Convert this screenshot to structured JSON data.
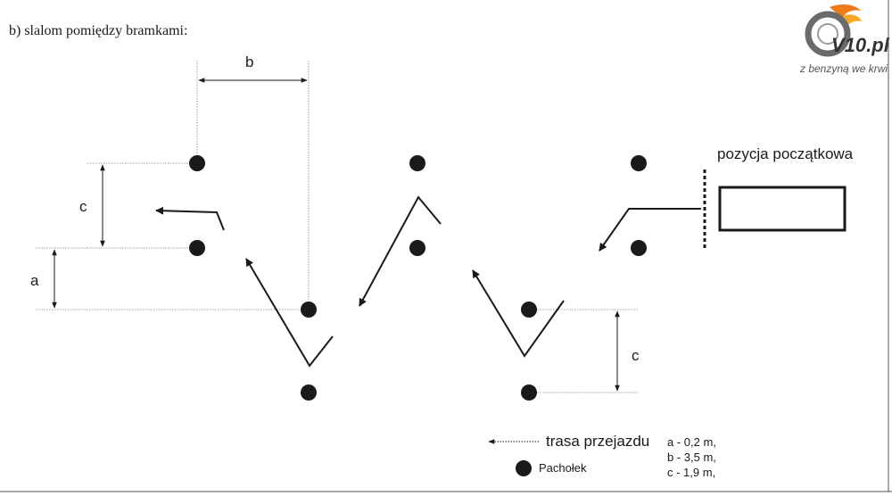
{
  "heading": "b)  slalom pomiędzy bramkami:",
  "logo": {
    "brand": "V10.pl",
    "tagline": "z benzyną we krwi"
  },
  "dimensions": {
    "a": "a",
    "b": "b",
    "c_left": "c",
    "c_right": "c"
  },
  "start_label": "pozycja początkowa",
  "legend": {
    "route": "trasa przejazdu",
    "cone": "Pachołek",
    "values": [
      "a - 0,2 m,",
      "b - 3,5 m,",
      "c - 1,9 m,"
    ]
  },
  "colors": {
    "ink": "#1a1a1a",
    "guide": "#9a9a9a",
    "logo_orange": "#f07a1a"
  }
}
